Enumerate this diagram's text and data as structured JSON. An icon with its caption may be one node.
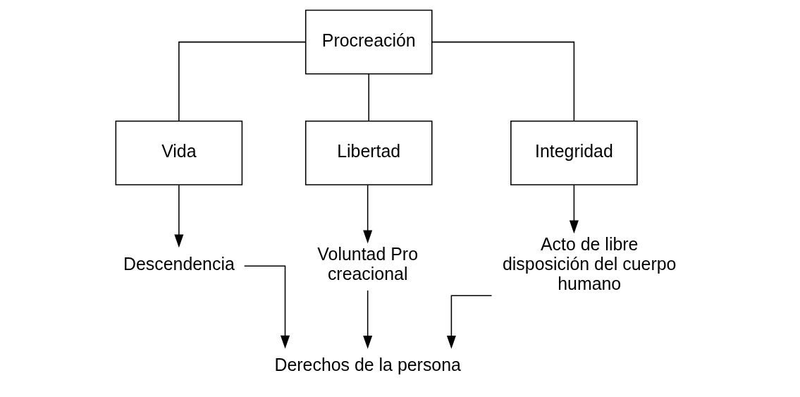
{
  "diagram": {
    "nodes": [
      {
        "text": [
          "Procreación"
        ]
      },
      {
        "text": [
          "Vida"
        ]
      },
      {
        "text": [
          "Libertad"
        ]
      },
      {
        "text": [
          "Integridad"
        ]
      },
      {
        "text": [
          "Descendencia"
        ]
      },
      {
        "text": [
          "Voluntad Pro creacional"
        ]
      },
      {
        "text": [
          "Acto de libre disposición del cuerpo humano"
        ]
      },
      {
        "text": [
          "Derechos de la persona"
        ]
      }
    ],
    "edges": [
      {
        "from": 0,
        "to": 1,
        "arrow": "none"
      },
      {
        "from": 0,
        "to": 2,
        "arrow": "none"
      },
      {
        "from": 0,
        "to": 3,
        "arrow": "none"
      },
      {
        "from": 1,
        "to": 4,
        "arrow": "to"
      },
      {
        "from": 2,
        "to": 5,
        "arrow": "to"
      },
      {
        "from": 3,
        "to": 6,
        "arrow": "to"
      },
      {
        "from": 4,
        "to": 7,
        "arrow": "to"
      },
      {
        "from": 5,
        "to": 7,
        "arrow": "to"
      },
      {
        "from": 6,
        "to": 7,
        "arrow": "to"
      }
    ]
  }
}
